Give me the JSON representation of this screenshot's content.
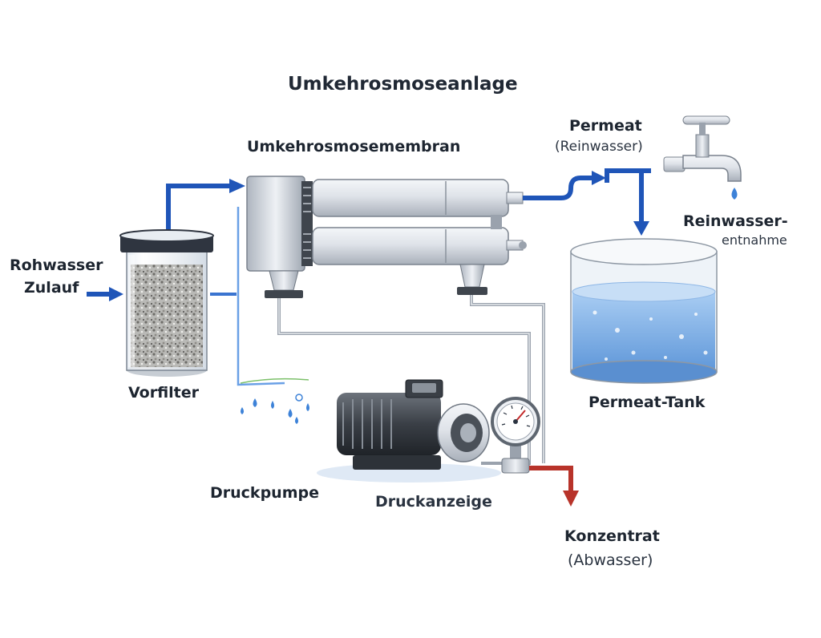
{
  "title": "Umkehrosmoseanlage",
  "labels": {
    "membrane": "Umkehrosmosemembran",
    "permeate": "Permeat",
    "permeate_sub": "(Reinwasser)",
    "pure_water_line1": "Reinwasser-",
    "pure_water_line2": "entnahme",
    "raw_water_line1": "Rohwasser",
    "raw_water_line2": "Zulauf",
    "prefilter": "Vorfilter",
    "permeate_tank": "Permeat-Tank",
    "pump": "Druckpumpe",
    "gauge": "Druckanzeige",
    "concentrate": "Konzentrat",
    "concentrate_sub": "(Abwasser)"
  },
  "icons": [
    "faucet-icon",
    "water-drop-icon",
    "pressure-gauge-icon",
    "pump-motor-icon",
    "membrane-tube-icon",
    "tank-icon",
    "filter-cartridge-icon"
  ],
  "colors": {
    "feed_arrow": "#1f55b8",
    "concentrate_arrow": "#b8332a",
    "water": "#7fb2ea",
    "steel": "#c9ced6"
  }
}
